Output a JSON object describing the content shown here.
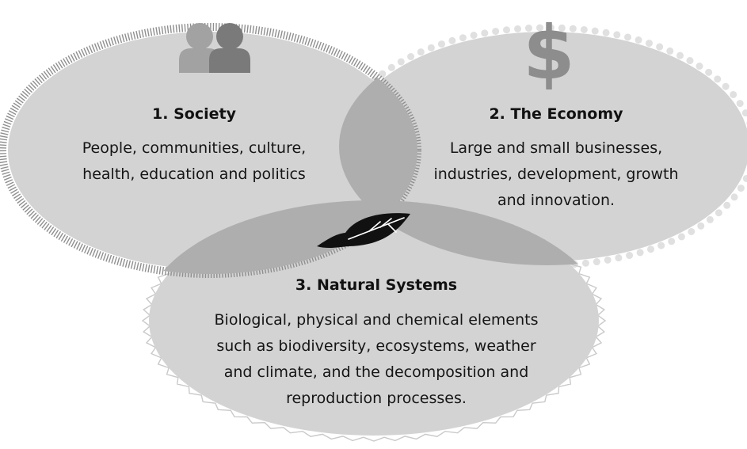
{
  "colors": {
    "circle_fill": "#d3d3d3",
    "overlap_fill": "#aeaeae",
    "society_border": "#8f8f8f",
    "economy_border": "#e0e0e0",
    "natural_border": "#c9c9c9",
    "icon_people_light": "#a2a2a2",
    "icon_people_dark": "#7a7a7a",
    "icon_dollar": "#8d8d8d",
    "icon_leaf": "#111111",
    "text": "#151515"
  },
  "society": {
    "icon": "people-icon",
    "title": "1. Society",
    "lines": [
      "People, communities, culture,",
      "health, education and politics"
    ]
  },
  "economy": {
    "icon": "dollar-icon",
    "title": "2. The Economy",
    "lines": [
      "Large and small businesses,",
      "industries, development, growth",
      "and innovation."
    ]
  },
  "natural": {
    "icon": "leaf-icon",
    "title": "3. Natural Systems",
    "lines": [
      "Biological, physical and chemical elements",
      "such as biodiversity, ecosystems, weather",
      "and climate, and the decomposition and",
      "reproduction processes."
    ]
  }
}
